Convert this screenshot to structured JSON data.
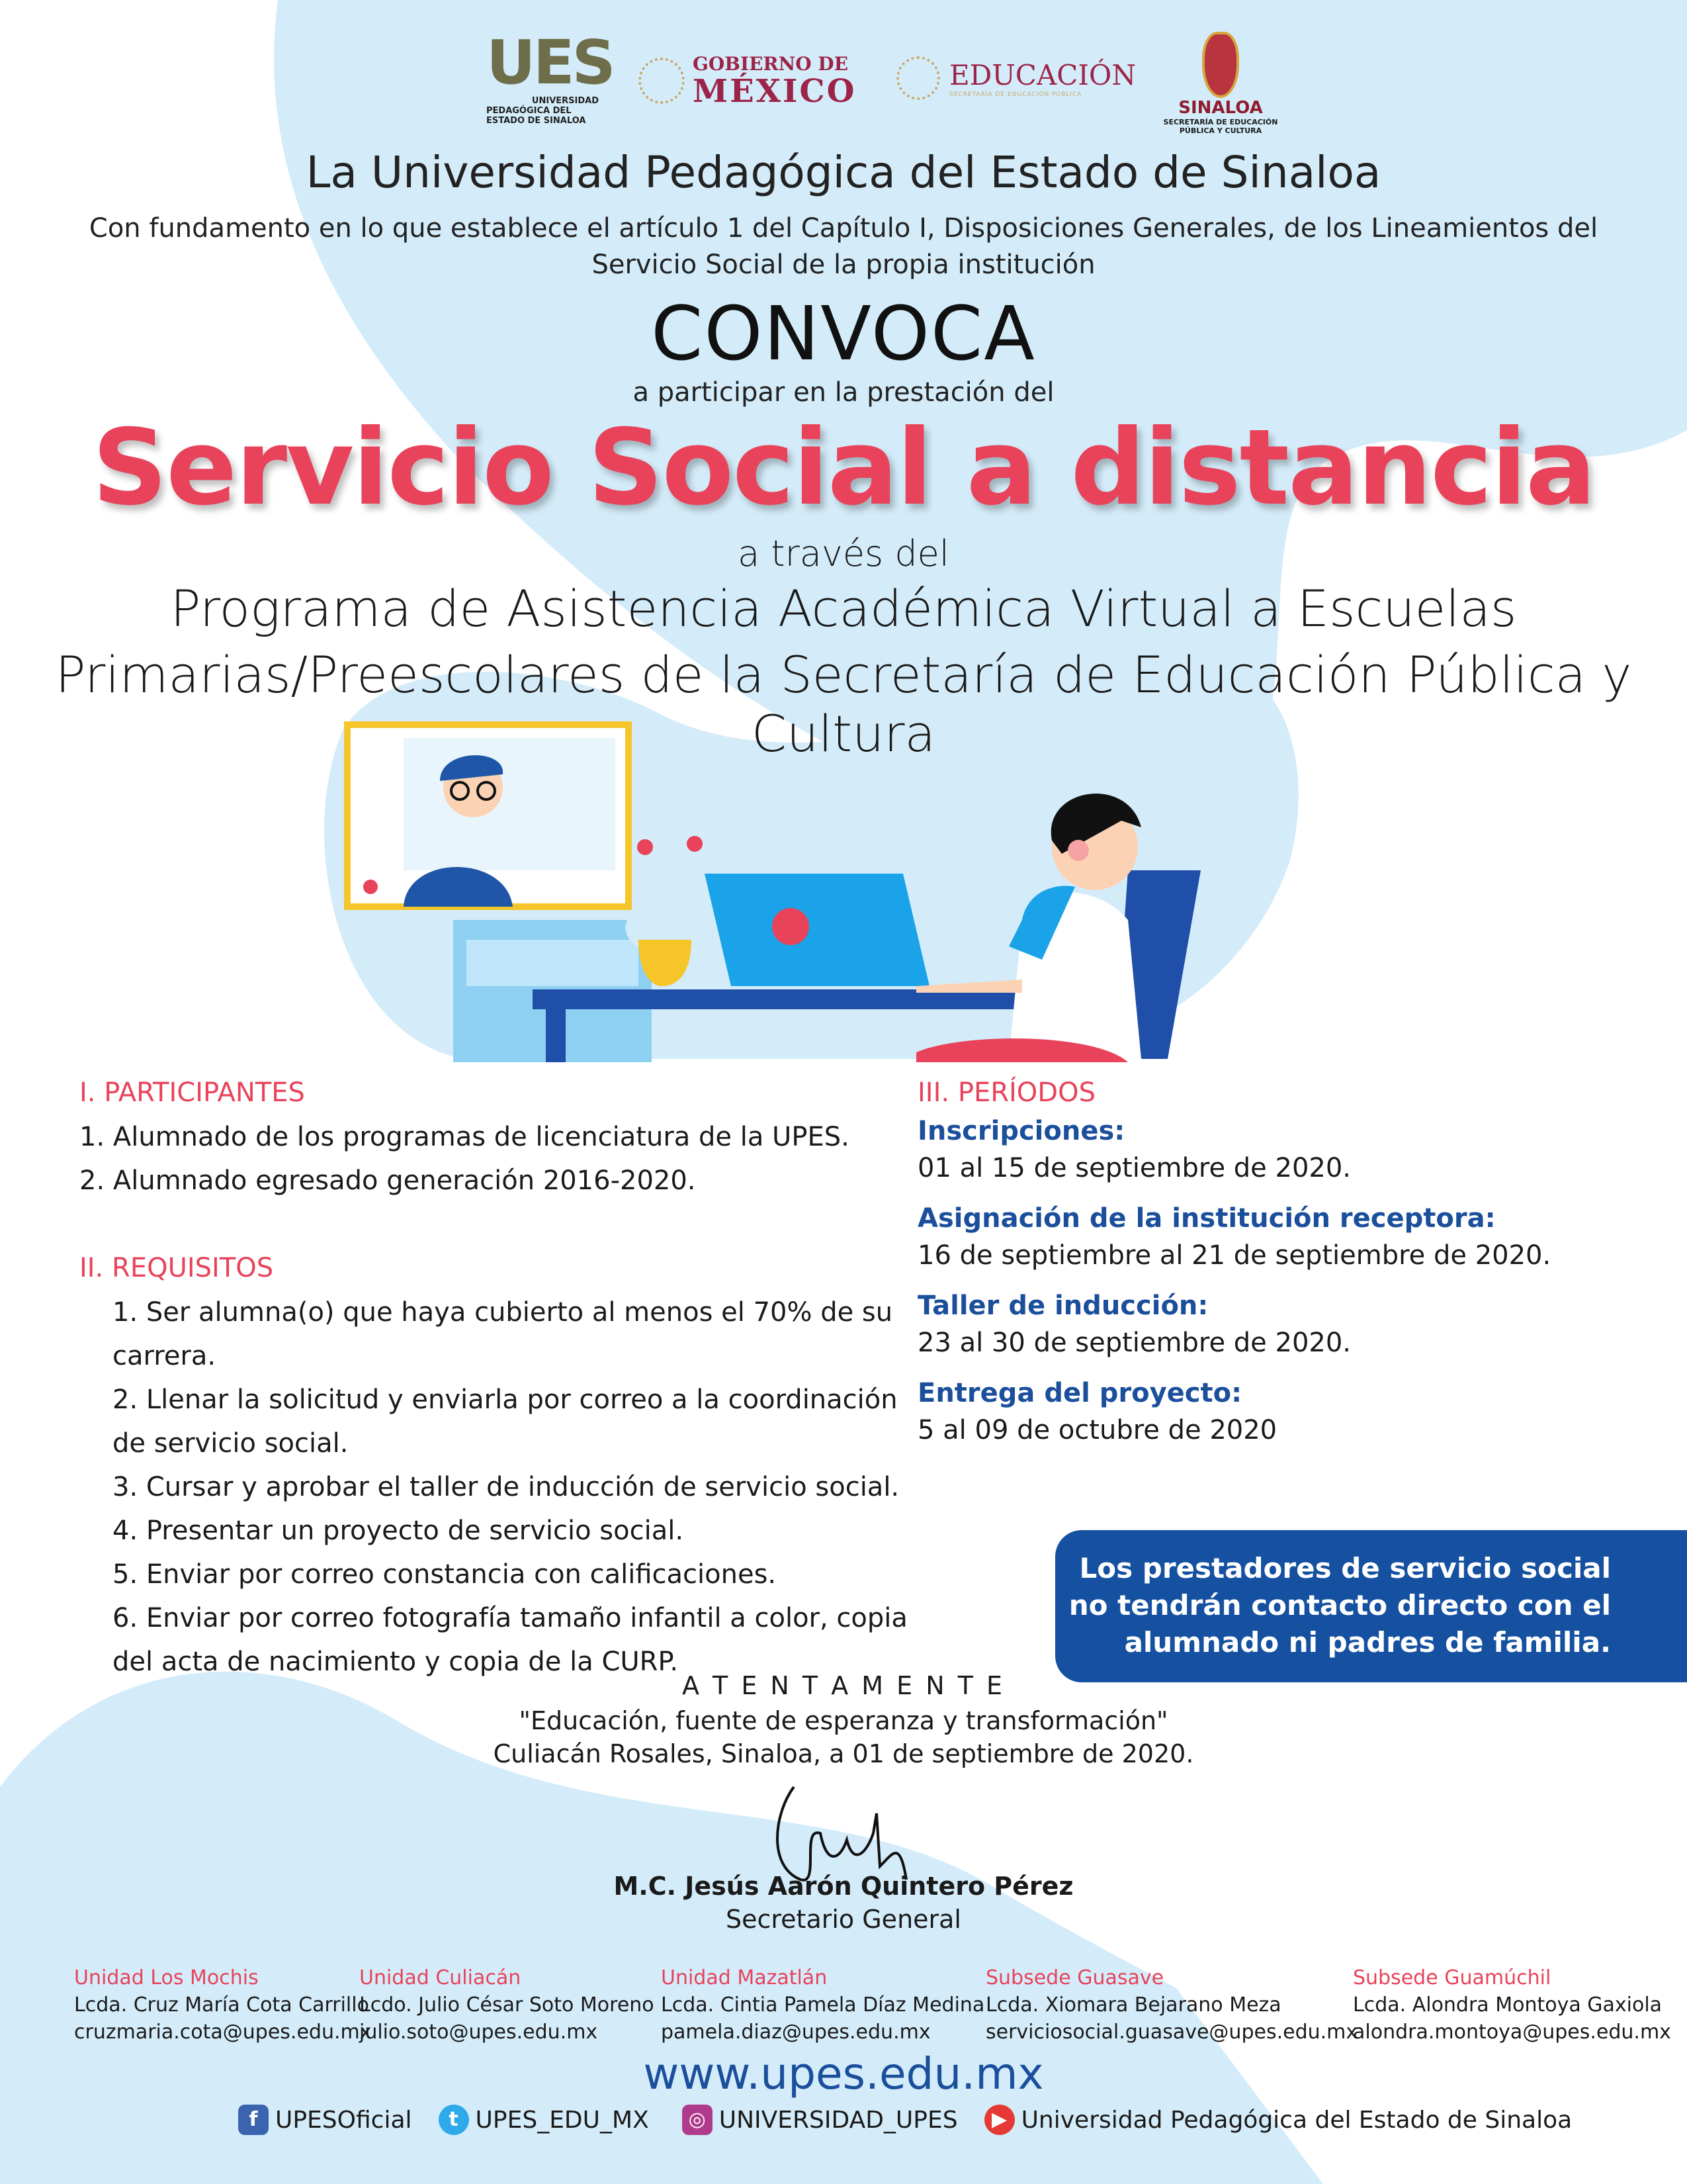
{
  "logos": {
    "upes": "UES",
    "upes_sub": [
      "UNIVERSIDAD",
      "PEDAGÓGICA DEL",
      "ESTADO DE SINALOA"
    ],
    "gob": [
      "GOBIERNO DE",
      "MÉXICO"
    ],
    "edu": "EDUCACIÓN",
    "edu_sub": "SECRETARÍA DE EDUCACIÓN PÚBLICA",
    "sinaloa": "SINALOA",
    "sinaloa_sub": [
      "SECRETARÍA DE EDUCACIÓN",
      "PÚBLICA Y CULTURA"
    ]
  },
  "header": {
    "title": "La Universidad Pedagógica del Estado de Sinaloa",
    "basis": [
      "Con fundamento en lo que establece el artículo 1 del Capítulo I, Disposiciones Generales, de los Lineamientos del",
      "Servicio Social de la propia institución"
    ],
    "convoca": "CONVOCA",
    "invite": "a participar en la prestación del",
    "headline": "Servicio Social a distancia",
    "through": "a través del",
    "program": [
      "Programa de Asistencia Académica Virtual a Escuelas",
      "Primarias/Preescolares de la Secretaría de Educación Pública y Cultura"
    ]
  },
  "participants": {
    "title": "I. PARTICIPANTES",
    "items": [
      "1. Alumnado de los programas de licenciatura de la UPES.",
      "2. Alumnado egresado generación 2016-2020."
    ]
  },
  "requirements": {
    "title": "II. REQUISITOS",
    "lines": [
      "1. Ser alumna(o) que haya cubierto al menos el 70% de su",
      "carrera.",
      "2. Llenar la solicitud y enviarla por correo a la coordinación",
      "de servicio social.",
      "3. Cursar y aprobar el taller de inducción de servicio social.",
      "4. Presentar un proyecto de servicio social.",
      "5. Enviar por correo constancia con calificaciones.",
      "6. Enviar por correo fotografía tamaño infantil a color, copia",
      "del acta de nacimiento y copia de la CURP."
    ]
  },
  "periods": {
    "title": "III. PERÍODOS",
    "items": [
      {
        "label": "Inscripciones:",
        "value": "01 al 15 de septiembre de 2020."
      },
      {
        "label": "Asignación de la institución receptora:",
        "value": "16 de septiembre al 21 de septiembre de 2020."
      },
      {
        "label": "Taller de inducción:",
        "value": "23 al 30 de septiembre de 2020."
      },
      {
        "label": "Entrega del proyecto:",
        "value": "5 al 09 de octubre de 2020"
      }
    ]
  },
  "notice": [
    "Los prestadores de servicio social",
    "no tendrán contacto directo con el",
    "alumnado ni padres de familia."
  ],
  "closing": {
    "atentamente": "A T E N T A M E N T E",
    "motto": "\"Educación, fuente de esperanza y transformación\"",
    "place_date": "Culiacán Rosales, Sinaloa, a 01 de septiembre de 2020.",
    "name": "M.C. Jesús Aarón Quintero Pérez",
    "role": "Secretario General"
  },
  "units": [
    {
      "unit": "Unidad Los Mochis",
      "person": "Lcda. Cruz María Cota Carrillo",
      "email": "cruzmaria.cota@upes.edu.mx"
    },
    {
      "unit": "Unidad Culiacán",
      "person": "Lcdo. Julio César Soto Moreno",
      "email": "julio.soto@upes.edu.mx"
    },
    {
      "unit": "Unidad Mazatlán",
      "person": "Lcda. Cintia Pamela Díaz Medina",
      "email": "pamela.diaz@upes.edu.mx"
    },
    {
      "unit": "Subsede Guasave",
      "person": "Lcda. Xiomara Bejarano Meza",
      "email": "serviciosocial.guasave@upes.edu.mx"
    },
    {
      "unit": "Subsede Guamúchil",
      "person": "Lcda. Alondra Montoya Gaxiola",
      "email": "alondra.montoya@upes.edu.mx"
    }
  ],
  "footer": {
    "url": "www.upes.edu.mx",
    "social": [
      {
        "icon": "facebook-icon",
        "label": "UPESOficial",
        "color": "#3b64b0"
      },
      {
        "icon": "twitter-icon",
        "label": "UPES_EDU_MX",
        "color": "#2eaaea"
      },
      {
        "icon": "instagram-icon",
        "label": "UNIVERSIDAD_UPES",
        "color": "#b03a8c"
      },
      {
        "icon": "youtube-icon",
        "label": "Universidad Pedagógica del Estado de Sinaloa",
        "color": "#e53935"
      }
    ]
  },
  "colors": {
    "accent": "#e8435a",
    "blue": "#1b4f9c",
    "bg_blob": "#d4ecf9"
  }
}
